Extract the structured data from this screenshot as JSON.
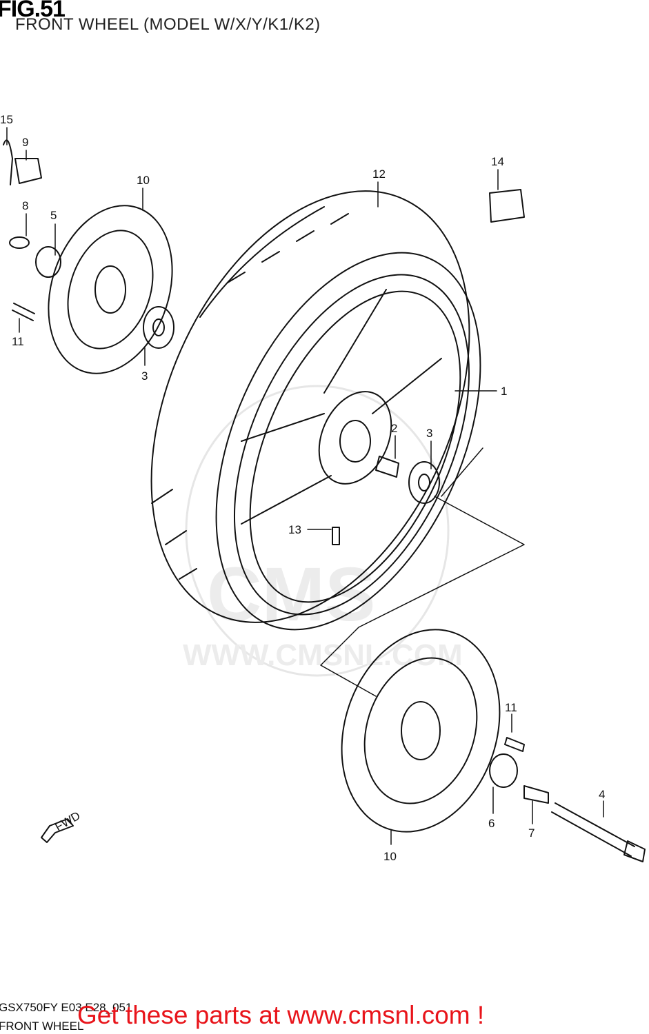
{
  "figure": {
    "number": "FIG.51",
    "title": "FRONT WHEEL (MODEL W/X/Y/K1/K2)"
  },
  "callouts": {
    "c1": "1",
    "c2": "2",
    "c3a": "3",
    "c3b": "3",
    "c4": "4",
    "c5": "5",
    "c6": "6",
    "c7": "7",
    "c8": "8",
    "c9": "9",
    "c10a": "10",
    "c10b": "10",
    "c11a": "11",
    "c11b": "11",
    "c12": "12",
    "c13": "13",
    "c14": "14",
    "c15": "15"
  },
  "arrow_label": "FWD",
  "watermark": {
    "logo": "CMS",
    "url": "WWW.CMSNL.COM"
  },
  "footer": {
    "code": "GSX750FY E03 E28_051",
    "name": "FRONT WHEEL"
  },
  "promo": "Get these parts at www.cmsnl.com !"
}
